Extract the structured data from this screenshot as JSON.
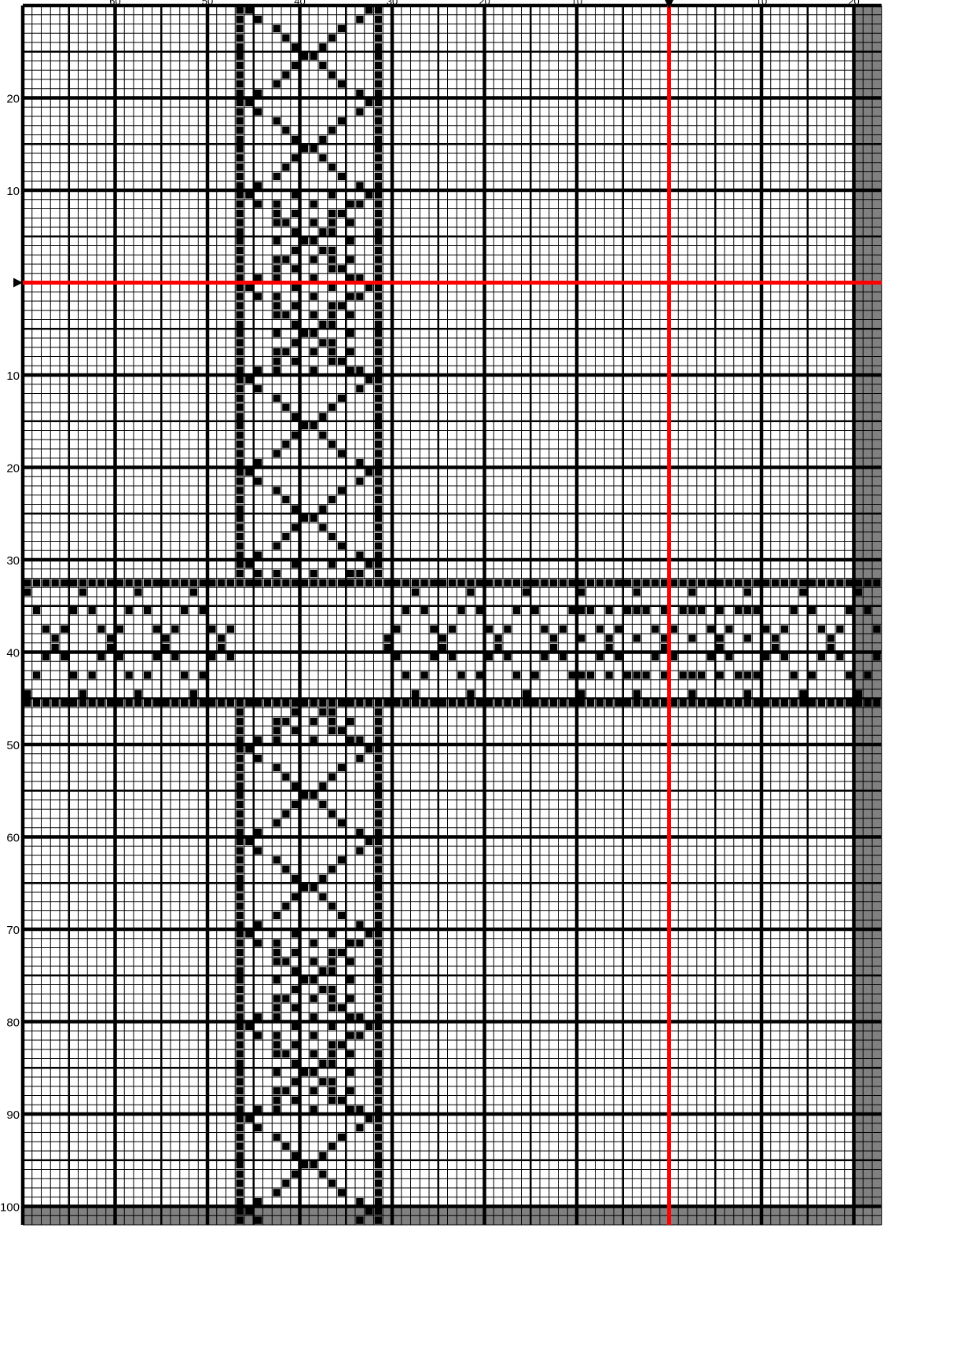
{
  "chart_data": {
    "type": "cross-stitch pattern grid",
    "grid": {
      "cols": 93,
      "rows": 132,
      "minor_every": 1,
      "major_every": 5,
      "bold_every": 10
    },
    "colors": {
      "background": "#ffffff",
      "minor_line": "#000000",
      "major_line": "#000000",
      "stitch": "#000000",
      "center_line": "#ff0000",
      "border_fill": "#808080"
    },
    "left_axis_labels": [
      {
        "text": "20",
        "row": 10
      },
      {
        "text": "10",
        "row": 20
      },
      {
        "text": "10",
        "row": 40
      },
      {
        "text": "20",
        "row": 50
      },
      {
        "text": "30",
        "row": 60
      },
      {
        "text": "40",
        "row": 70
      },
      {
        "text": "50",
        "row": 80
      },
      {
        "text": "60",
        "row": 90
      },
      {
        "text": "70",
        "row": 100
      },
      {
        "text": "80",
        "row": 110
      },
      {
        "text": "90",
        "row": 120
      },
      {
        "text": "100",
        "row": 130
      }
    ],
    "top_axis_labels": [
      {
        "text": "60",
        "col": 10
      },
      {
        "text": "50",
        "col": 20
      },
      {
        "text": "40",
        "col": 30
      },
      {
        "text": "30",
        "col": 40
      },
      {
        "text": "20",
        "col": 50
      },
      {
        "text": "10",
        "col": 60
      },
      {
        "text": "10",
        "col": 80
      },
      {
        "text": "20",
        "col": 90
      }
    ],
    "center": {
      "col": 70,
      "row": 30
    },
    "gray_borders": {
      "right_col_start": 90,
      "bottom_row_start": 130
    },
    "vertical_band": {
      "col_start": 23,
      "col_end": 38
    },
    "horizontal_band": {
      "row_start": 62,
      "row_end": 75
    }
  }
}
